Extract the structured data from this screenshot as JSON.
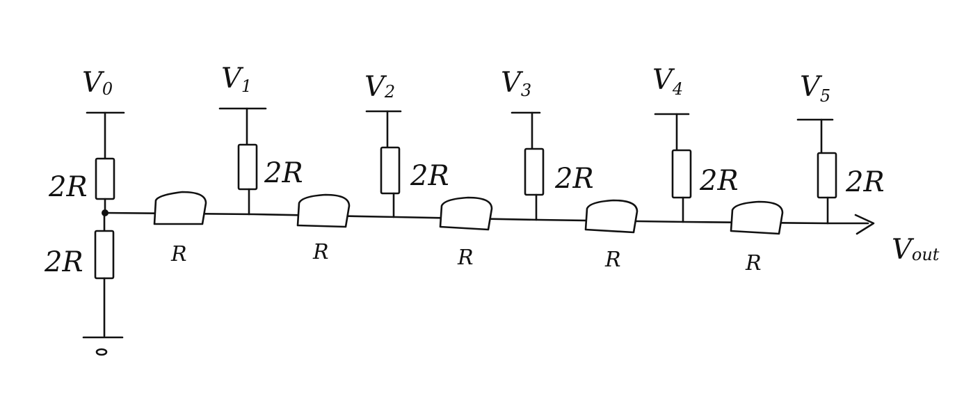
{
  "diagram": {
    "inputs": [
      {
        "main": "V",
        "sub": "0"
      },
      {
        "main": "V",
        "sub": "1"
      },
      {
        "main": "V",
        "sub": "2"
      },
      {
        "main": "V",
        "sub": "3"
      },
      {
        "main": "V",
        "sub": "4"
      },
      {
        "main": "V",
        "sub": "5"
      }
    ],
    "shunt_labels": [
      "2R",
      "2R",
      "2R",
      "2R",
      "2R",
      "2R"
    ],
    "ground_resistor_label": "2R",
    "series_labels": [
      "R",
      "R",
      "R",
      "R",
      "R"
    ],
    "ground_label": "0",
    "output": {
      "main": "V",
      "sub": "out"
    }
  }
}
